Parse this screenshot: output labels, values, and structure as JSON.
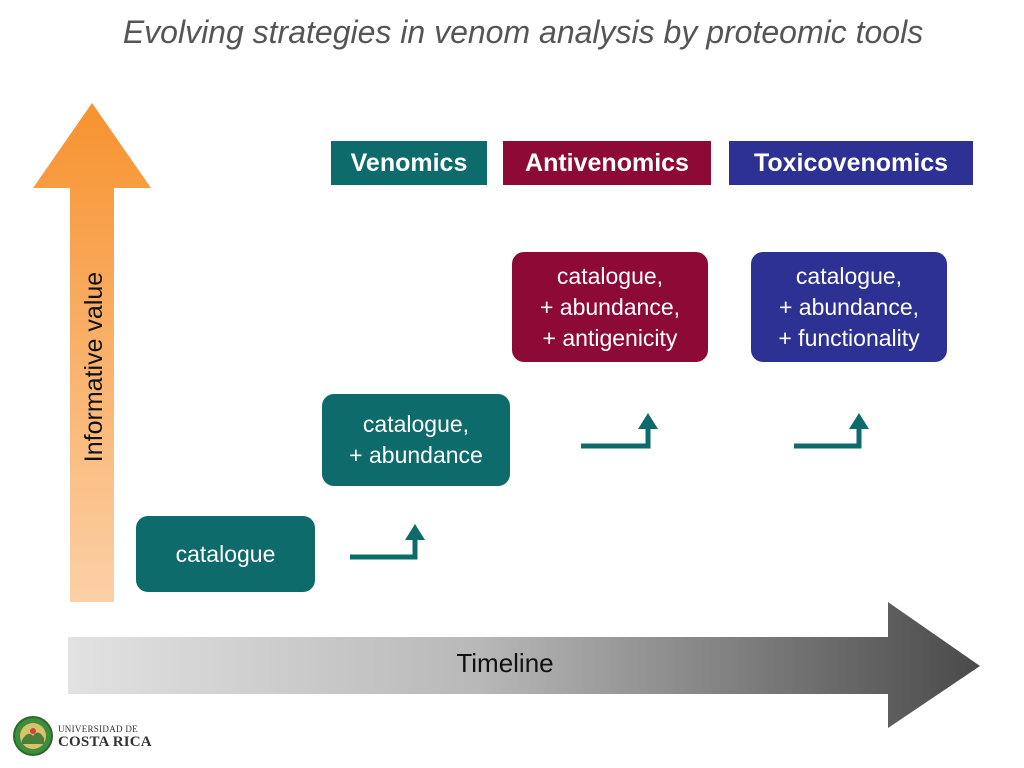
{
  "title": "Evolving strategies in venom analysis by proteomic tools",
  "axes": {
    "y_label": "Informative value",
    "x_label": "Timeline"
  },
  "headers": [
    {
      "label": "Venomics",
      "color": "#0e6b6b"
    },
    {
      "label": "Antivenomics",
      "color": "#8c0a35"
    },
    {
      "label": "Toxicovenomics",
      "color": "#2d3193"
    }
  ],
  "steps": [
    {
      "lines": [
        "catalogue"
      ],
      "color": "#0e6b6b"
    },
    {
      "lines": [
        "catalogue,",
        "+ abundance"
      ],
      "color": "#0e6b6b"
    },
    {
      "lines": [
        "catalogue,",
        "+ abundance,",
        "+ antigenicity"
      ],
      "color": "#8c0a35"
    },
    {
      "lines": [
        "catalogue,",
        "+ abundance,",
        "+ functionality"
      ],
      "color": "#2d3193"
    }
  ],
  "colors": {
    "up_arrow_top": "#f7922e",
    "up_arrow_bottom": "#fbd0a6",
    "timeline_light": "#e2e2e2",
    "timeline_dark": "#4a4a4a",
    "step_arrow": "#0e6b6b"
  },
  "logo": {
    "line1": "UNIVERSIDAD DE",
    "line2": "COSTA RICA",
    "icon": "university-seal"
  }
}
